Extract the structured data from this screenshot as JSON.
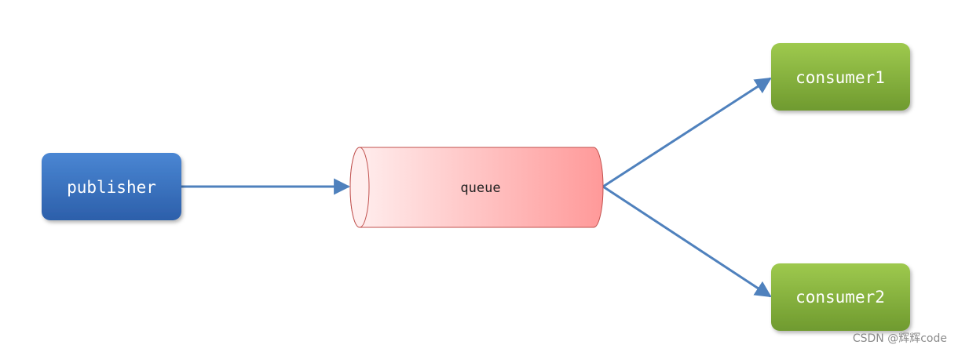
{
  "nodes": {
    "publisher": {
      "label": "publisher",
      "color_top": "#4a86d3",
      "color_bottom": "#2c5faa"
    },
    "queue": {
      "label": "queue",
      "color_left": "#fff0f0",
      "color_right": "#ff9999",
      "border": "#c0504d"
    },
    "consumer1": {
      "label": "consumer1",
      "color_top": "#9ec94e",
      "color_bottom": "#6f9a2f"
    },
    "consumer2": {
      "label": "consumer2",
      "color_top": "#9ec94e",
      "color_bottom": "#6f9a2f"
    }
  },
  "edges": [
    {
      "from": "publisher",
      "to": "queue"
    },
    {
      "from": "queue",
      "to": "consumer1"
    },
    {
      "from": "queue",
      "to": "consumer2"
    }
  ],
  "arrow_color": "#4f81bd",
  "watermark": "CSDN @辉辉code"
}
